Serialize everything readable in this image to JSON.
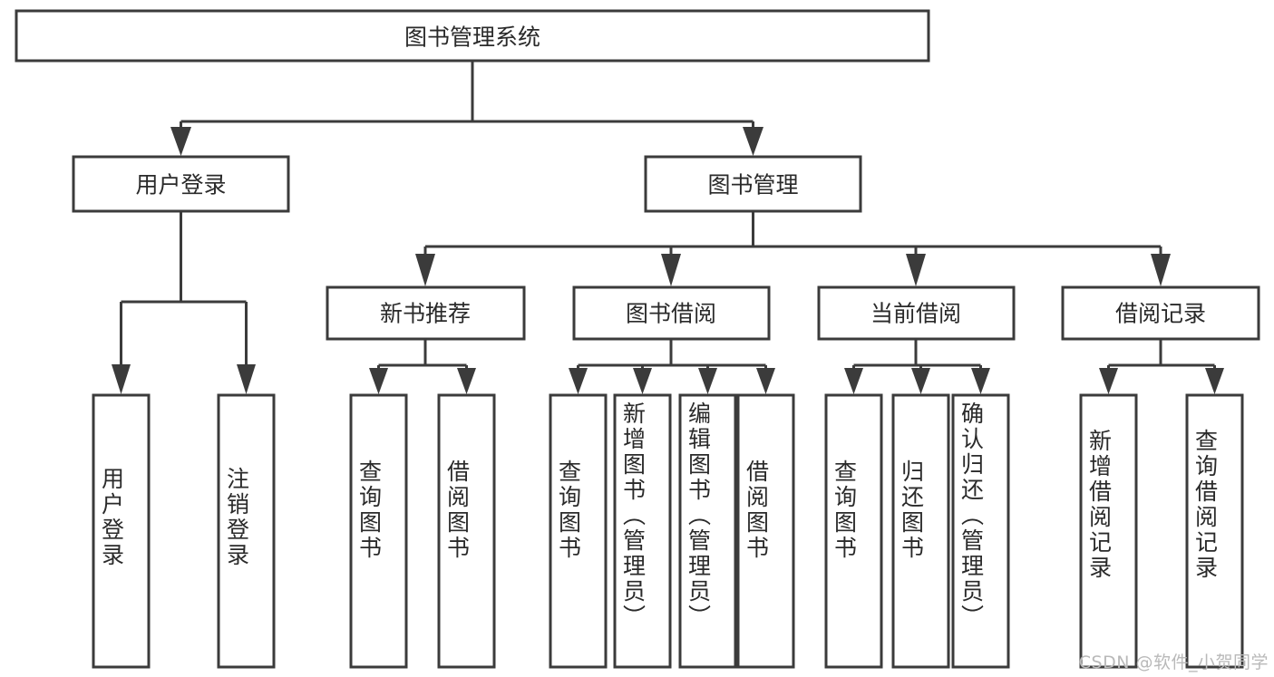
{
  "diagram": {
    "type": "tree",
    "title": "图书管理系统",
    "orientation": "top-down",
    "colors": {
      "box_fill": "#ffffff",
      "box_stroke": "#3b3b3b",
      "connector": "#3b3b3b",
      "text": "#2a2a2a",
      "watermark": "#b9b9b9"
    },
    "root": {
      "label": "图书管理系统",
      "id": "root"
    },
    "level2": [
      {
        "id": "user-login",
        "label": "用户登录"
      },
      {
        "id": "book-manage",
        "label": "图书管理"
      }
    ],
    "level3": [
      {
        "id": "new-book-rec",
        "label": "新书推荐",
        "parent": "book-manage"
      },
      {
        "id": "book-borrow",
        "label": "图书借阅",
        "parent": "book-manage"
      },
      {
        "id": "current-borrow",
        "label": "当前借阅",
        "parent": "book-manage"
      },
      {
        "id": "borrow-record",
        "label": "借阅记录",
        "parent": "book-manage"
      }
    ],
    "leaves": {
      "user-login": [
        {
          "id": "leaf-user-login",
          "label": "用户登录"
        },
        {
          "id": "leaf-logout",
          "label": "注销登录"
        }
      ],
      "new-book-rec": [
        {
          "id": "leaf-query-book-1",
          "label": "查询图书"
        },
        {
          "id": "leaf-borrow-book-1",
          "label": "借阅图书"
        }
      ],
      "book-borrow": [
        {
          "id": "leaf-query-book-2",
          "label": "查询图书"
        },
        {
          "id": "leaf-add-book",
          "label": "新增图书（管理员）"
        },
        {
          "id": "leaf-edit-book",
          "label": "编辑图书（管理员）"
        },
        {
          "id": "leaf-borrow-book-2",
          "label": "借阅图书"
        }
      ],
      "current-borrow": [
        {
          "id": "leaf-query-book-3",
          "label": "查询图书"
        },
        {
          "id": "leaf-return-book",
          "label": "归还图书"
        },
        {
          "id": "leaf-confirm-return",
          "label": "确认归还（管理员）"
        }
      ],
      "borrow-record": [
        {
          "id": "leaf-add-record",
          "label": "新增借阅记录"
        },
        {
          "id": "leaf-query-record",
          "label": "查询借阅记录"
        }
      ]
    }
  },
  "watermark": {
    "text": "CSDN @软件_小贺同学"
  }
}
